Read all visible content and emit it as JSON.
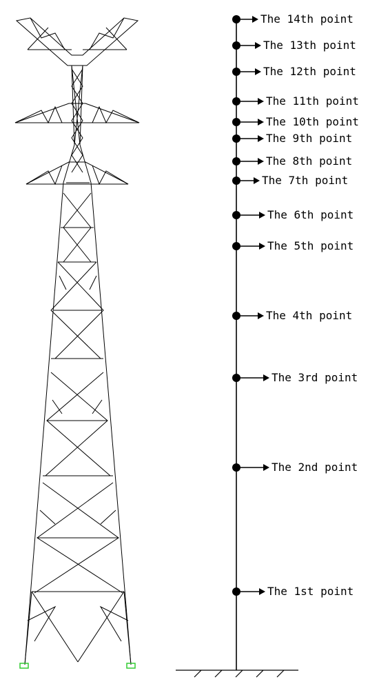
{
  "points": [
    {
      "label": "The 1st point"
    },
    {
      "label": "The 2nd point"
    },
    {
      "label": "The 3rd point"
    },
    {
      "label": "The 4th point"
    },
    {
      "label": "The 5th point"
    },
    {
      "label": "The 6th point"
    },
    {
      "label": "The 7th point"
    },
    {
      "label": "The 8th point"
    },
    {
      "label": "The 9th point"
    },
    {
      "label": "The 10th point"
    },
    {
      "label": "The 11th point"
    },
    {
      "label": "The 12th point"
    },
    {
      "label": "The 13th point"
    },
    {
      "label": "The 14th point"
    }
  ],
  "colors": {
    "line": "#000000",
    "support": "#33cc33"
  }
}
